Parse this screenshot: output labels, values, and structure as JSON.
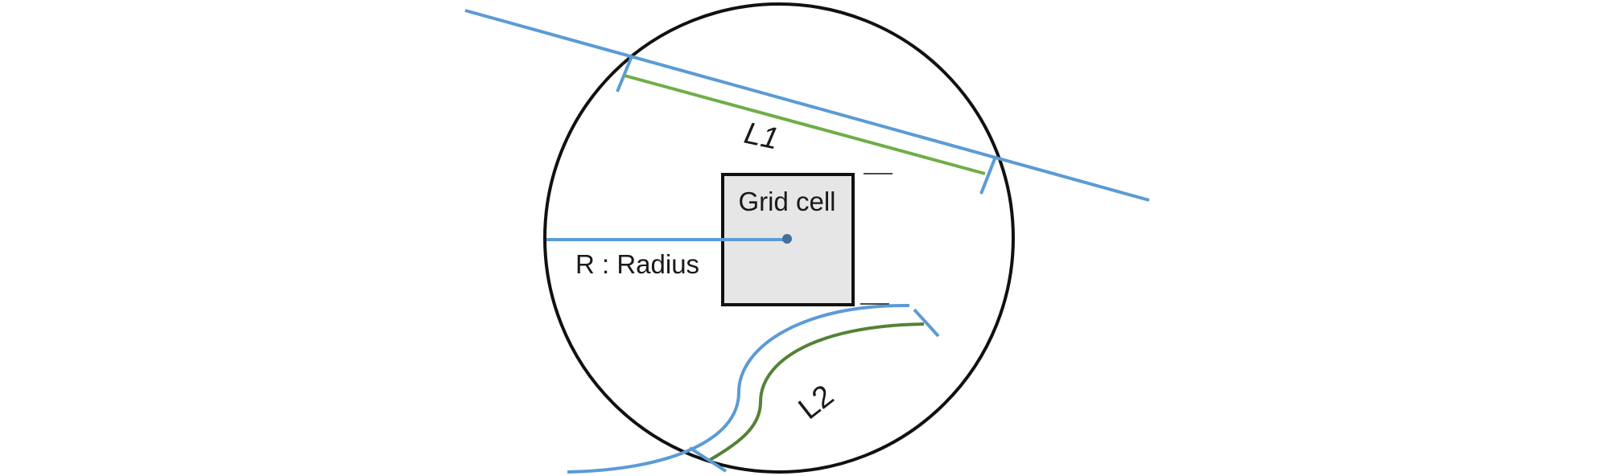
{
  "diagram": {
    "labels": {
      "grid_cell": "Grid cell",
      "radius": "R : Radius",
      "line1": "L1",
      "line2": "L2"
    },
    "colors": {
      "circle": "#111111",
      "blue_line": "#5b9bd5",
      "green_line": "#70ad47",
      "green_curve": "#548235",
      "cell_fill": "#e7e6e6",
      "cell_stroke": "#111111",
      "center_dot": "#41719c"
    }
  }
}
